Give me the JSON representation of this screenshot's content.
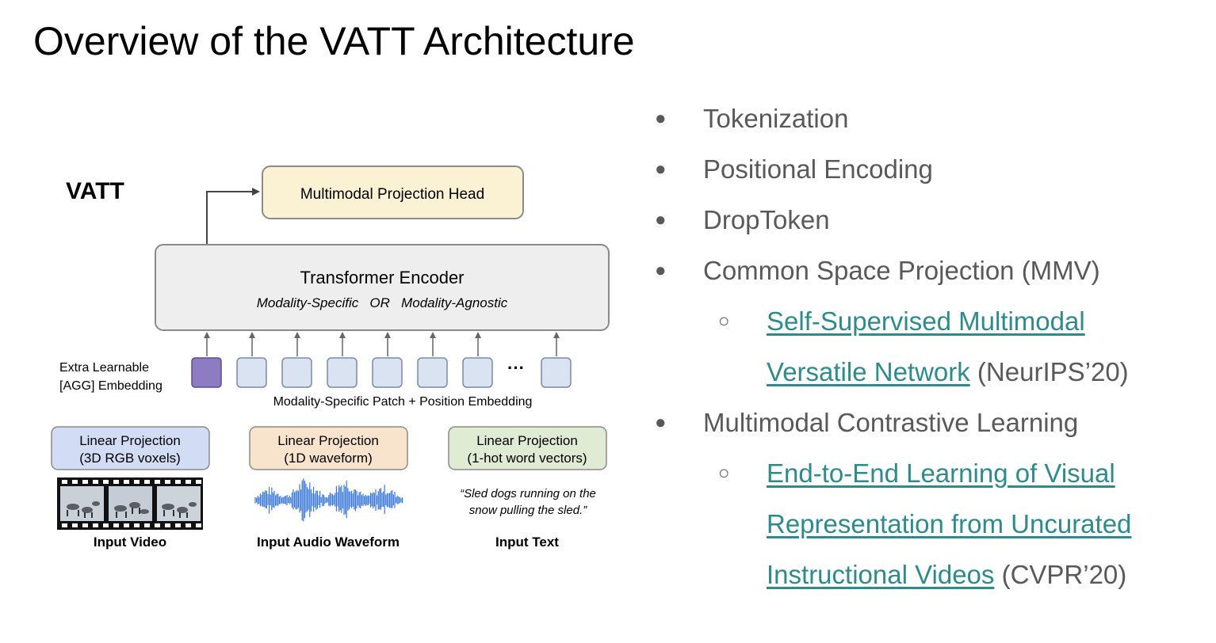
{
  "slide": {
    "title": "Overview of the VATT Architecture"
  },
  "diagram": {
    "vatt_label": "VATT",
    "head_label": "Multimodal Projection Head",
    "encoder_title": "Transformer Encoder",
    "encoder_subtitle": "Modality-Specific   OR   Modality-Agnostic",
    "agg_label_line1": "Extra Learnable",
    "agg_label_line2": "[AGG] Embedding",
    "ellipsis": "···",
    "patch_label": "Modality-Specific Patch + Position Embedding",
    "projections": [
      {
        "line1": "Linear Projection",
        "line2": "(3D RGB voxels)",
        "input": "Input Video"
      },
      {
        "line1": "Linear Projection",
        "line2": "(1D waveform)",
        "input": "Input Audio Waveform"
      },
      {
        "line1": "Linear Projection",
        "line2": "(1-hot word vectors)",
        "input": "Input Text"
      }
    ],
    "text_quote_line1": "“Sled dogs running on the",
    "text_quote_line2": "snow pulling the sled.”",
    "colors": {
      "head_fill": "#fbf1d3",
      "encoder_fill": "#eeeeee",
      "agg_fill": "#8e7cc3",
      "token_fill": "#dae3f1",
      "video_proj_fill": "#d2dcf5",
      "audio_proj_fill": "#f8e3cd",
      "text_proj_fill": "#e0ebd4",
      "waveform": "#3b78d8"
    }
  },
  "bullets": {
    "item1": "Tokenization",
    "item2": "Positional Encoding",
    "item3": "DropToken",
    "item4": "Common Space Projection (MMV)",
    "sub4_link_line1": "Self-Supervised Multimodal",
    "sub4_link_line2": "Versatile Network",
    "sub4_ref": " (NeurIPS’20)",
    "item5": "Multimodal Contrastive Learning",
    "sub5_link_line1": "End-to-End Learning of Visual",
    "sub5_link_line2": "Representation from Uncurated",
    "sub5_link_line3": "Instructional Videos",
    "sub5_ref": " (CVPR’20)",
    "bullet_symbol": "●",
    "sub_bullet_symbol": "○"
  }
}
